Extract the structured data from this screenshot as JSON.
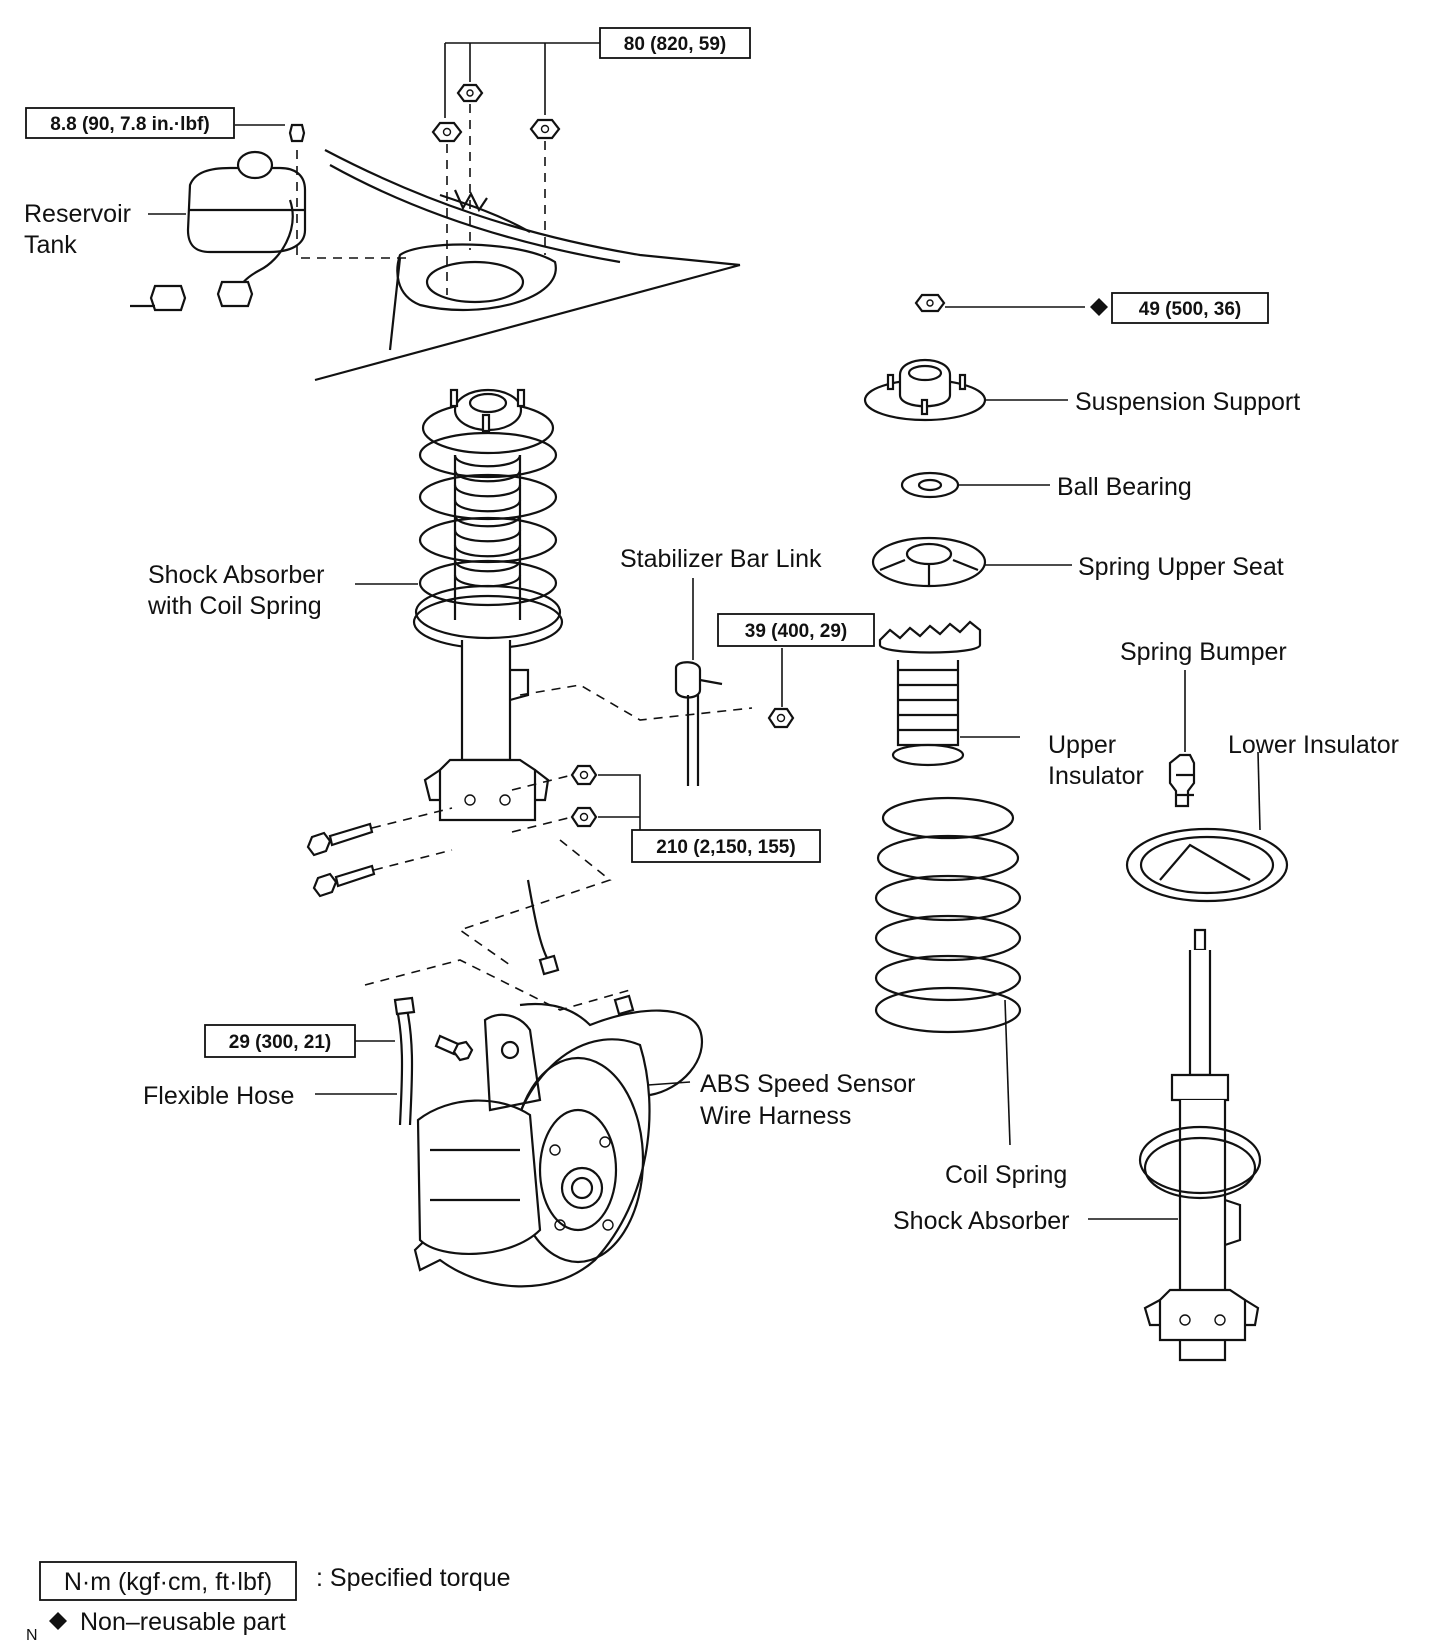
{
  "labels": {
    "reservoir_tank_1": "Reservoir",
    "reservoir_tank_2": "Tank",
    "shock_with_spring_1": "Shock Absorber",
    "shock_with_spring_2": "with Coil Spring",
    "stabilizer_bar_link": "Stabilizer Bar Link",
    "suspension_support": "Suspension Support",
    "ball_bearing": "Ball Bearing",
    "spring_upper_seat": "Spring Upper Seat",
    "spring_bumper": "Spring Bumper",
    "upper_insulator_1": "Upper",
    "upper_insulator_2": "Insulator",
    "lower_insulator": "Lower Insulator",
    "flexible_hose": "Flexible Hose",
    "abs_harness_1": "ABS Speed Sensor",
    "abs_harness_2": "Wire Harness",
    "coil_spring": "Coil Spring",
    "shock_absorber": "Shock Absorber"
  },
  "torques": {
    "t80": "80 (820, 59)",
    "t88": "8.8 (90, 7.8 in.·lbf)",
    "t49": "49 (500, 36)",
    "t39": "39 (400, 29)",
    "t210": "210 (2,150, 155)",
    "t29": "29 (300, 21)"
  },
  "legend": {
    "unit_box": "N·m (kgf·cm, ft·lbf)",
    "specified_torque": ": Specified torque",
    "non_reusable": "Non–reusable part",
    "corner_mark": "N"
  },
  "icons": {
    "non_reusable_marker": "diamond-icon"
  }
}
